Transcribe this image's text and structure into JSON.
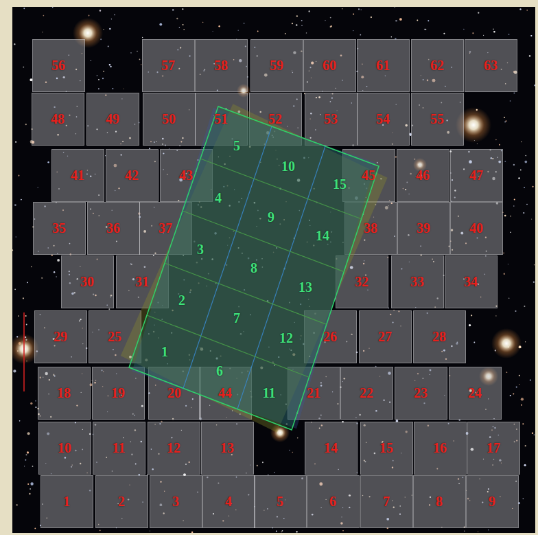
{
  "diagram": {
    "nodes": [
      {
        "text": [
          "56"
        ]
      },
      {
        "text": [
          "57"
        ]
      },
      {
        "text": [
          "58"
        ]
      },
      {
        "text": [
          "59"
        ]
      },
      {
        "text": [
          "60"
        ]
      },
      {
        "text": [
          "61"
        ]
      },
      {
        "text": [
          "62"
        ]
      },
      {
        "text": [
          "63"
        ]
      },
      {
        "text": [
          "48"
        ]
      },
      {
        "text": [
          "49"
        ]
      },
      {
        "text": [
          "50"
        ]
      },
      {
        "text": [
          "51"
        ]
      },
      {
        "text": [
          "52"
        ]
      },
      {
        "text": [
          "53"
        ]
      },
      {
        "text": [
          "54"
        ]
      },
      {
        "text": [
          "55"
        ]
      },
      {
        "text": [
          "41"
        ]
      },
      {
        "text": [
          "42"
        ]
      },
      {
        "text": [
          "43"
        ]
      },
      {
        "text": [
          "45"
        ]
      },
      {
        "text": [
          "46"
        ]
      },
      {
        "text": [
          "47"
        ]
      },
      {
        "text": [
          "35"
        ]
      },
      {
        "text": [
          "36"
        ]
      },
      {
        "text": [
          "37"
        ]
      },
      {
        "text": [
          "38"
        ]
      },
      {
        "text": [
          "39"
        ]
      },
      {
        "text": [
          "40"
        ]
      },
      {
        "text": [
          "30"
        ]
      },
      {
        "text": [
          "31"
        ]
      },
      {
        "text": [
          "32"
        ]
      },
      {
        "text": [
          "33"
        ]
      },
      {
        "text": [
          "34"
        ]
      },
      {
        "text": [
          "29"
        ]
      },
      {
        "text": [
          "25"
        ]
      },
      {
        "text": [
          "26"
        ]
      },
      {
        "text": [
          "27"
        ]
      },
      {
        "text": [
          "28"
        ]
      },
      {
        "text": [
          "18"
        ]
      },
      {
        "text": [
          "19"
        ]
      },
      {
        "text": [
          "20"
        ]
      },
      {
        "text": [
          "44"
        ]
      },
      {
        "text": [
          "21"
        ]
      },
      {
        "text": [
          "22"
        ]
      },
      {
        "text": [
          "23"
        ]
      },
      {
        "text": [
          "24"
        ]
      },
      {
        "text": [
          "10"
        ]
      },
      {
        "text": [
          "11"
        ]
      },
      {
        "text": [
          "12"
        ]
      },
      {
        "text": [
          "13"
        ]
      },
      {
        "text": [
          "14"
        ]
      },
      {
        "text": [
          "15"
        ]
      },
      {
        "text": [
          "16"
        ]
      },
      {
        "text": [
          "17"
        ]
      },
      {
        "text": [
          "1"
        ]
      },
      {
        "text": [
          "2"
        ]
      },
      {
        "text": [
          "3"
        ]
      },
      {
        "text": [
          "4"
        ]
      },
      {
        "text": [
          "5"
        ]
      },
      {
        "text": [
          "6"
        ]
      },
      {
        "text": [
          "7"
        ]
      },
      {
        "text": [
          "8"
        ]
      },
      {
        "text": [
          "9"
        ]
      }
    ],
    "labels": [
      "1",
      "2",
      "3",
      "4",
      "5",
      "6",
      "7",
      "8",
      "9",
      "10",
      "11",
      "12",
      "13",
      "14",
      "15"
    ]
  }
}
